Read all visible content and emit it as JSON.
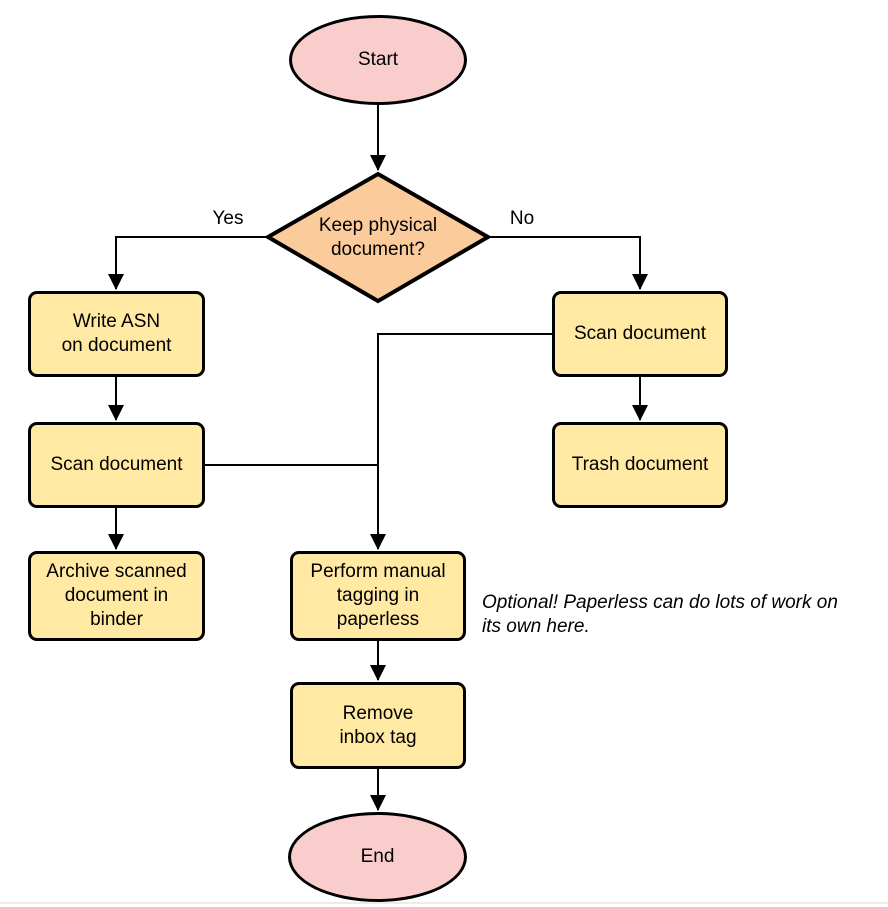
{
  "diagram": {
    "nodes": {
      "start": "Start",
      "decision": "Keep physical\ndocument?",
      "write_asn": "Write ASN\non document",
      "scan_left": "Scan document",
      "archive": "Archive scanned\ndocument in\nbinder",
      "scan_right": "Scan document",
      "trash": "Trash document",
      "tagging": "Perform manual\ntagging in\npaperless",
      "remove_inbox": "Remove\ninbox tag",
      "end": "End"
    },
    "edge_labels": {
      "yes": "Yes",
      "no": "No"
    },
    "annotation": "Optional! Paperless can do lots of work on\nits own here.",
    "colors": {
      "process_fill": "#FFE9A3",
      "decision_fill": "#FBCB9B",
      "terminator_fill": "#F8CDCC",
      "stroke": "#000000",
      "background": "#FFFFFF"
    }
  }
}
